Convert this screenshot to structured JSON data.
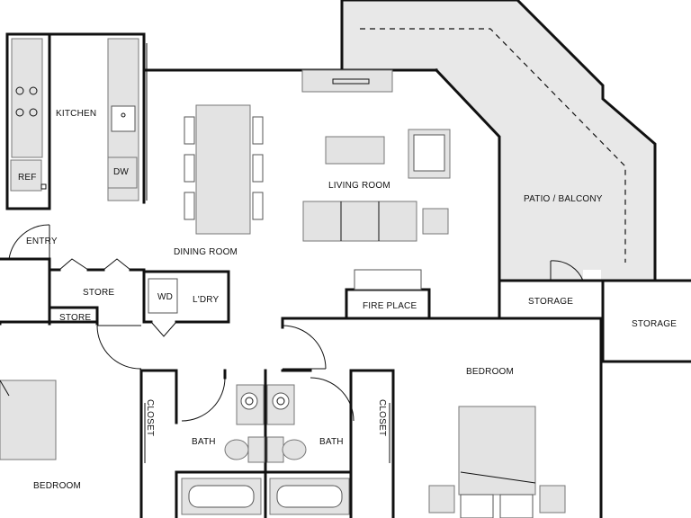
{
  "rooms": {
    "kitchen": "KITCHEN",
    "entry": "ENTRY",
    "dining": "DINING ROOM",
    "living": "LIVING ROOM",
    "patio": "PATIO / BALCONY",
    "store1": "STORE",
    "store2": "STORE",
    "laundry": "L'DRY",
    "fireplace": "FIRE PLACE",
    "storage1": "STORAGE",
    "storage2": "STORAGE",
    "bedroom_right": "BEDROOM",
    "bedroom_left": "BEDROOM",
    "bath_left": "BATH",
    "bath_right": "BATH",
    "closet_left": "CLOSET",
    "closet_right": "CLOSET"
  },
  "fixtures": {
    "ref": "REF",
    "dw": "DW",
    "wd": "WD"
  }
}
